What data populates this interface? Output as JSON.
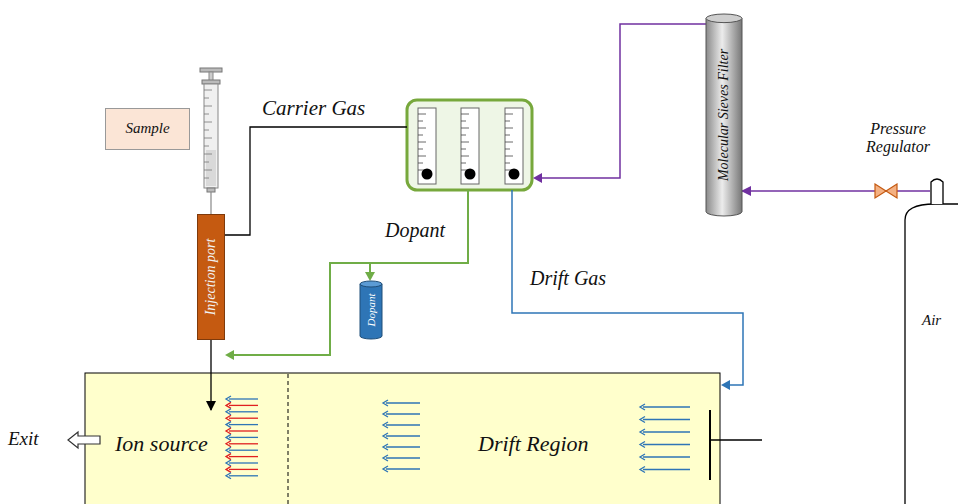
{
  "diagram": {
    "nodes": [
      {
        "text": [
          "Sample"
        ]
      },
      {
        "text": [
          "Injection port"
        ]
      },
      {
        "text": [
          "Dopant"
        ]
      },
      {
        "text": [
          "Molecular Sieves Filter"
        ]
      },
      {
        "text": [
          "Air"
        ]
      },
      {
        "text": [
          "Ion source"
        ]
      },
      {
        "text": [
          "Drift Region"
        ]
      }
    ],
    "edges": [
      {
        "from": 4,
        "to": 3,
        "arrow": "to"
      },
      {
        "from": 1,
        "to": 5,
        "arrow": "to"
      }
    ],
    "labels": [
      "Carrier Gas",
      "Dopant",
      "Drift Gas",
      "Pressure Regulator",
      "Exit"
    ]
  }
}
